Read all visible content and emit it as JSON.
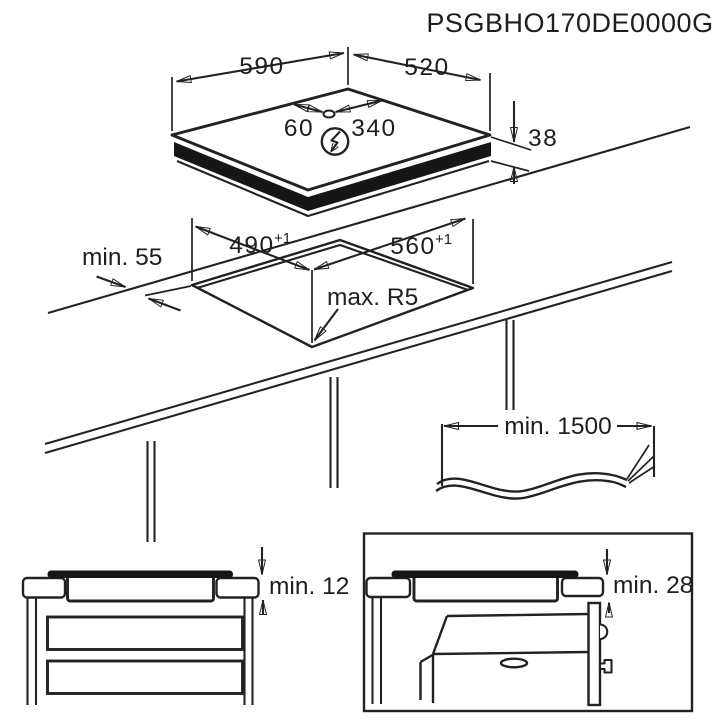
{
  "title": "PSGBHO170DE0000G",
  "colors": {
    "line": "#222222",
    "background": "#ffffff",
    "hob_body_fill": "#161616"
  },
  "hob": {
    "width": "590",
    "depth": "520",
    "height": "38",
    "connection_offset_left": "60",
    "connection_offset_right": "340",
    "connection_icon": "lightning-bolt-in-circle"
  },
  "cutout": {
    "width": "490",
    "width_tolerance": "+1",
    "depth": "560",
    "depth_tolerance": "+1",
    "corner_radius_label": "max. R5",
    "edge_distance_label": "min. 55"
  },
  "cable": {
    "length_label": "min. 1500"
  },
  "clearances": {
    "drawer_label": "min. 12",
    "oven_label": "min. 28"
  }
}
